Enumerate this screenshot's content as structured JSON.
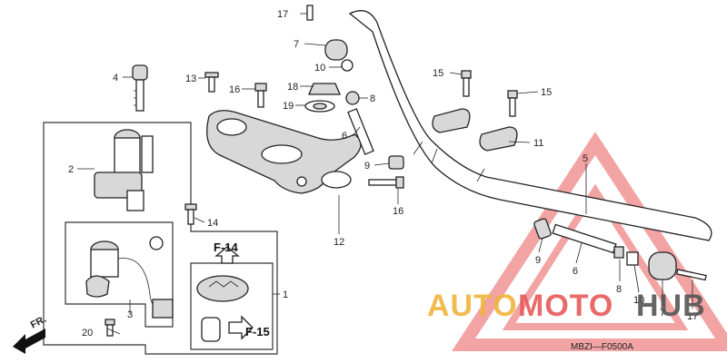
{
  "diagram": {
    "code": "MBZI—F0500A",
    "direction_label": "FR.",
    "watermark": {
      "part1": "AUTO",
      "part2": "MOTO",
      "part3": "HUB",
      "color1": "#f0b43c",
      "color2": "#e85a5a",
      "color3": "#555555"
    },
    "ref_labels": {
      "f14": "F-14",
      "f15": "F-15"
    },
    "callouts": {
      "c1": "1",
      "c2": "2",
      "c3": "3",
      "c4": "4",
      "c5": "5",
      "c6a": "6",
      "c6b": "6",
      "c7a": "7",
      "c7b": "7",
      "c8a": "8",
      "c8b": "8",
      "c9a": "9",
      "c9b": "9",
      "c10a": "10",
      "c10b": "10",
      "c11": "11",
      "c12": "12",
      "c13": "13",
      "c14": "14",
      "c15a": "15",
      "c15b": "15",
      "c16a": "16",
      "c16b": "16",
      "c17a": "17",
      "c17b": "17",
      "c18": "18",
      "c19": "19",
      "c20": "20"
    }
  }
}
